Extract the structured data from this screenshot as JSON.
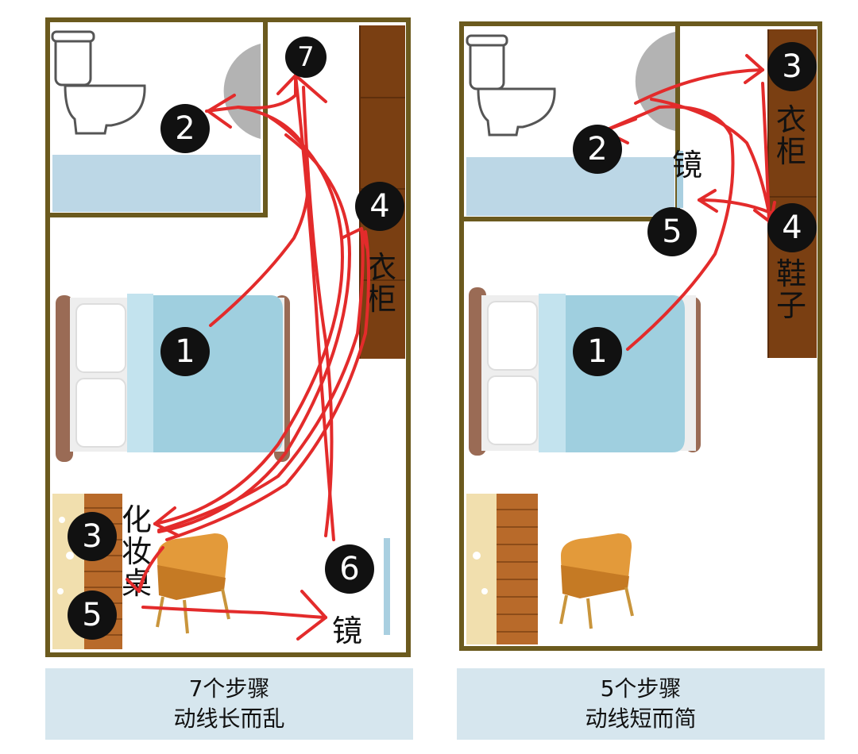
{
  "left": {
    "steps": [
      {
        "n": "1"
      },
      {
        "n": "2"
      },
      {
        "n": "3"
      },
      {
        "n": "4"
      },
      {
        "n": "5"
      },
      {
        "n": "6"
      },
      {
        "n": "7"
      }
    ],
    "wardrobe_label": "衣\n柜",
    "dresser_label": "化\n妆\n桌",
    "mirror_label": "镜",
    "caption_line1": "7个步骤",
    "caption_line2": "动线长而乱"
  },
  "right": {
    "steps": [
      {
        "n": "1"
      },
      {
        "n": "2"
      },
      {
        "n": "3"
      },
      {
        "n": "4"
      },
      {
        "n": "5"
      }
    ],
    "wardrobe_label": "衣\n柜",
    "shoes_label": "鞋\n子",
    "mirror_label": "镜",
    "caption_line1": "5个步骤",
    "caption_line2": "动线短而简"
  },
  "colors": {
    "wall": "#6b5a1e",
    "wardrobe": "#7a3f12",
    "tub": "#bcd7e6",
    "bed_blanket": "#9fcfdf",
    "path": "#e32b2b",
    "caption_bg": "#d6e6ee"
  }
}
